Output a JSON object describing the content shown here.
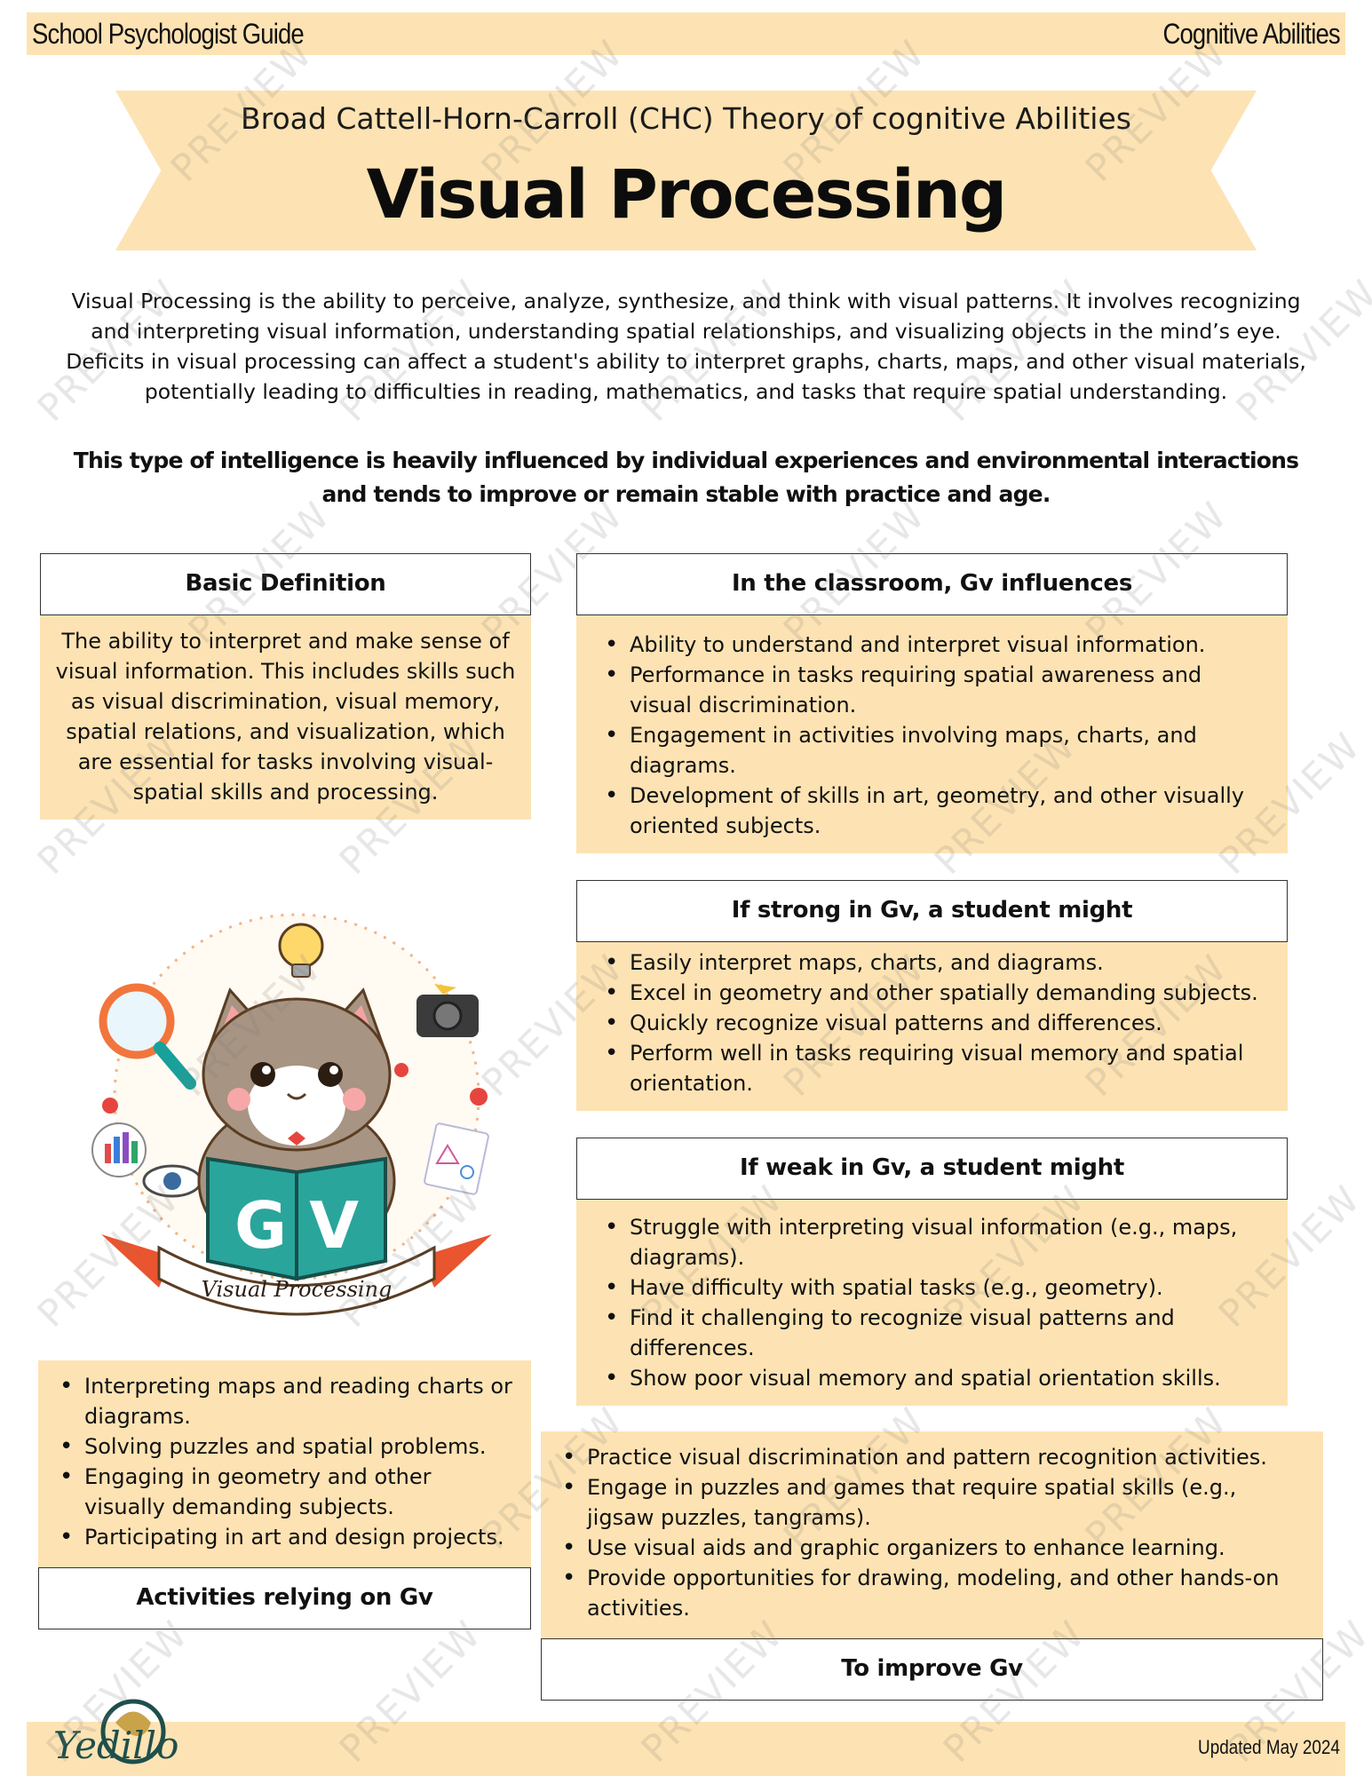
{
  "header": {
    "left": "School Psychologist Guide",
    "right": "Cognitive Abilities"
  },
  "banner": {
    "subtitle": "Broad Cattell-Horn-Carroll (CHC) Theory of cognitive Abilities",
    "title": "Visual Processing"
  },
  "intro": "Visual Processing is the ability to perceive, analyze, synthesize, and think with visual patterns. It involves recognizing and interpreting visual information, understanding spatial relationships, and visualizing objects in the mind’s eye. Deficits in visual processing can affect a student's ability to interpret graphs, charts, maps, and other visual materials, potentially leading to difficulties in reading, mathematics, and tasks that require spatial understanding.",
  "note": "This type of intelligence is heavily influenced by individual experiences and environmental interactions and tends to improve or remain stable with practice and age.",
  "basic": {
    "title": "Basic Definition",
    "text": "The ability to interpret and make sense of visual information. This includes skills such as visual discrimination, visual memory, spatial relations, and visualization, which are essential for tasks involving visual-spatial skills and processing."
  },
  "classroom": {
    "title": "In the classroom, Gv influences",
    "items": [
      "Ability to understand and interpret visual information.",
      "Performance in tasks requiring spatial awareness and visual discrimination.",
      "Engagement in activities involving maps, charts, and diagrams.",
      "Development of skills in art, geometry, and other visually oriented subjects."
    ]
  },
  "strong": {
    "title": "If strong in Gv, a student might",
    "items": [
      "Easily interpret maps, charts, and diagrams.",
      "Excel in geometry and other spatially demanding subjects.",
      "Quickly recognize visual patterns and differences.",
      "Perform well in tasks requiring visual memory and spatial orientation."
    ]
  },
  "weak": {
    "title": "If weak in Gv, a student might",
    "items": [
      "Struggle with interpreting visual information (e.g., maps, diagrams).",
      "Have difficulty with spatial tasks (e.g., geometry).",
      "Find it challenging to recognize visual patterns and differences.",
      "Show poor visual memory and spatial orientation skills."
    ]
  },
  "activities": {
    "title": "Activities relying on Gv",
    "items": [
      "Interpreting maps and reading charts or diagrams.",
      "Solving puzzles and spatial problems.",
      "Engaging in geometry and other visually demanding subjects.",
      "Participating in art and design projects."
    ]
  },
  "improve": {
    "title": "To improve Gv",
    "items": [
      "Practice visual discrimination and pattern recognition activities.",
      "Engage in puzzles and games that require spatial skills (e.g., jigsaw puzzles, tangrams).",
      "Use visual aids and graphic organizers to enhance learning.",
      "Provide opportunities for drawing, modeling, and other hands-on activities."
    ]
  },
  "illustration": {
    "book_letters": "G V",
    "ribbon": "Visual Processing"
  },
  "footer": {
    "updated": "Updated May 2024",
    "logo": "Yedillo"
  },
  "watermark": "PREVIEW",
  "colors": {
    "accent": "#fde3b3",
    "border": "#333333"
  }
}
